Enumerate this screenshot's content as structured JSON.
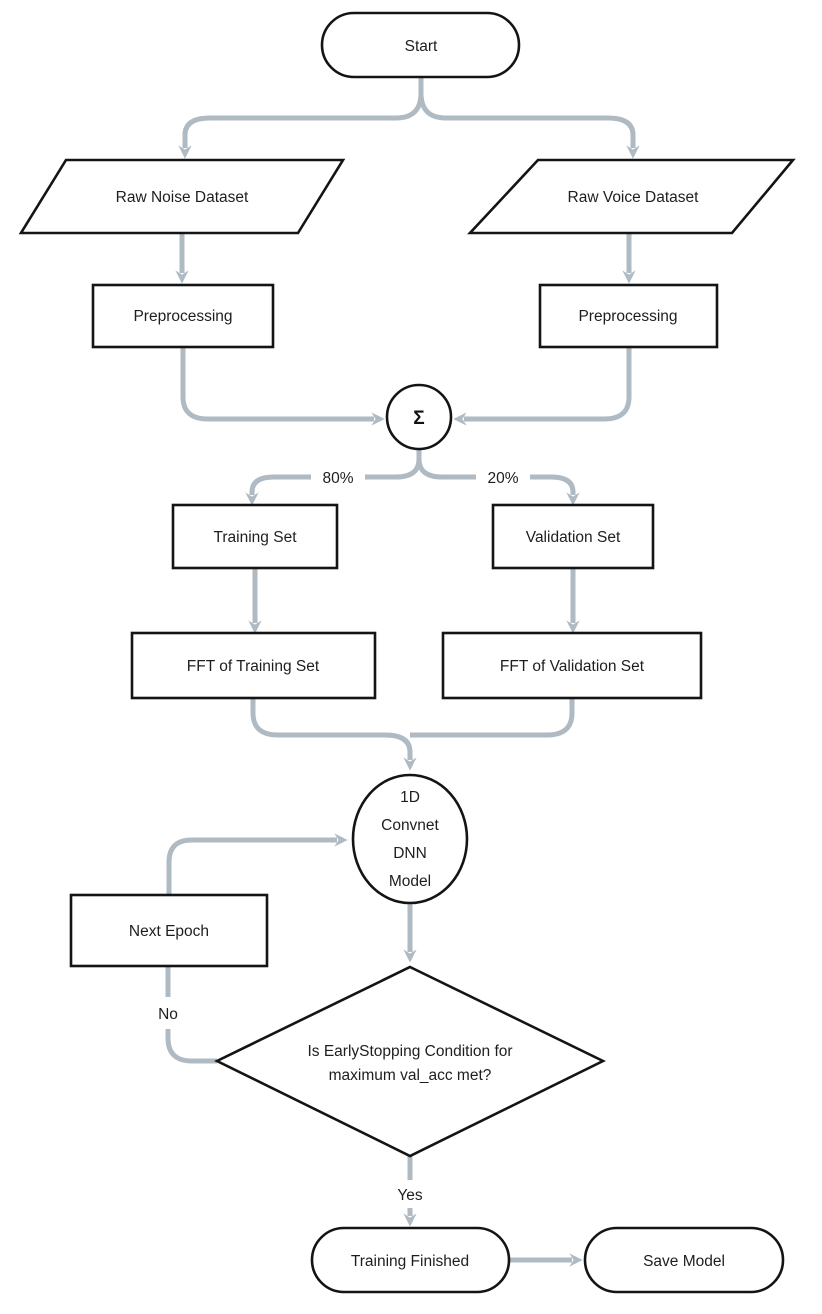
{
  "diagram": {
    "colors": {
      "background": "#ffffff",
      "connector": "#b0bac2",
      "shape_border": "#141414",
      "shape_fill": "#ffffff",
      "text": "#1e1e1e"
    },
    "nodes": {
      "start": {
        "shape": "stadium",
        "label": "Start"
      },
      "raw_noise": {
        "shape": "parallelogram",
        "label": "Raw Noise Dataset"
      },
      "raw_voice": {
        "shape": "parallelogram",
        "label": "Raw Voice Dataset"
      },
      "preprocess_left": {
        "shape": "rect",
        "label": "Preprocessing"
      },
      "preprocess_right": {
        "shape": "rect",
        "label": "Preprocessing"
      },
      "sum": {
        "shape": "circle",
        "label": "Σ"
      },
      "training_set": {
        "shape": "rect",
        "label": "Training Set"
      },
      "validation_set": {
        "shape": "rect",
        "label": "Validation Set"
      },
      "fft_training": {
        "shape": "rect",
        "label": "FFT of Training Set"
      },
      "fft_validation": {
        "shape": "rect",
        "label": "FFT of Validation Set"
      },
      "model": {
        "shape": "ellipse",
        "label": "1D Convnet DNN Model",
        "lines": [
          "1D",
          "Convnet",
          "DNN",
          "Model"
        ]
      },
      "next_epoch": {
        "shape": "rect",
        "label": "Next Epoch"
      },
      "decision": {
        "shape": "diamond",
        "label": "Is EarlyStopping Condition for maximum val_acc met?",
        "lines": [
          "Is EarlyStopping Condition for",
          "maximum val_acc met?"
        ]
      },
      "training_finished": {
        "shape": "stadium",
        "label": "Training Finished"
      },
      "save_model": {
        "shape": "stadium",
        "label": "Save Model"
      }
    },
    "edges": [
      {
        "from": "start",
        "to": "raw_noise",
        "label": ""
      },
      {
        "from": "start",
        "to": "raw_voice",
        "label": ""
      },
      {
        "from": "raw_noise",
        "to": "preprocess_left",
        "label": ""
      },
      {
        "from": "raw_voice",
        "to": "preprocess_right",
        "label": ""
      },
      {
        "from": "preprocess_left",
        "to": "sum",
        "label": ""
      },
      {
        "from": "preprocess_right",
        "to": "sum",
        "label": ""
      },
      {
        "from": "sum",
        "to": "training_set",
        "label": "80%"
      },
      {
        "from": "sum",
        "to": "validation_set",
        "label": "20%"
      },
      {
        "from": "training_set",
        "to": "fft_training",
        "label": ""
      },
      {
        "from": "validation_set",
        "to": "fft_validation",
        "label": ""
      },
      {
        "from": "fft_training",
        "to": "model",
        "label": ""
      },
      {
        "from": "fft_validation",
        "to": "model",
        "label": ""
      },
      {
        "from": "model",
        "to": "decision",
        "label": ""
      },
      {
        "from": "decision",
        "to": "next_epoch",
        "label": "No"
      },
      {
        "from": "next_epoch",
        "to": "model",
        "label": ""
      },
      {
        "from": "decision",
        "to": "training_finished",
        "label": "Yes"
      },
      {
        "from": "training_finished",
        "to": "save_model",
        "label": ""
      }
    ]
  }
}
